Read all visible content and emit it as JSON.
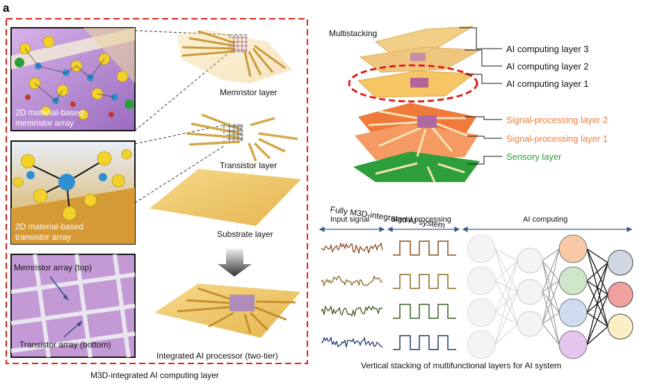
{
  "panel_letter": "a",
  "left": {
    "caption": "M3D-integrated AI computing layer",
    "photo1_label": [
      "2D material-based",
      "memristor array"
    ],
    "photo2_label": [
      "2D material-based",
      "transistor array"
    ],
    "photo3_top_label": "Memristor array (top)",
    "photo3_bottom_label": "Transistor array (bottom)",
    "memristor_layer": "Memristor layer",
    "transistor_layer": "Transistor layer",
    "substrate_layer": "Substrate layer",
    "integrated_label": "Integrated AI processor (two-tier)"
  },
  "right": {
    "multistacking": "Multistacking",
    "ai_layers": [
      "AI computing layer 3",
      "AI computing layer 2",
      "AI computing layer 1"
    ],
    "signal_layers": [
      "Signal-processing layer 2",
      "Signal-processing layer 1"
    ],
    "sensory_layer": "Sensory layer",
    "system_label": "Fully M3D-integrated AI system",
    "stage_labels": [
      "Input signal",
      "Signal processing",
      "AI computing"
    ],
    "caption": "Vertical stacking of multifunctional layers for AI system"
  },
  "colors": {
    "red_dash": "#e0201b",
    "signal_orange": "#f07a3c",
    "sensory_green": "#2e9e3a",
    "gold": "#e9c060",
    "signal_traces": [
      "#8a4a1c",
      "#8a6a1c",
      "#3a5a22",
      "#1c3a6a"
    ],
    "nn_hidden3": [
      "#f7c9a7",
      "#cfe6c9",
      "#cfdcf0",
      "#e6c6ee"
    ],
    "nn_output": [
      "#d0d6e2",
      "#f1a0a0",
      "#fbefc6"
    ]
  }
}
